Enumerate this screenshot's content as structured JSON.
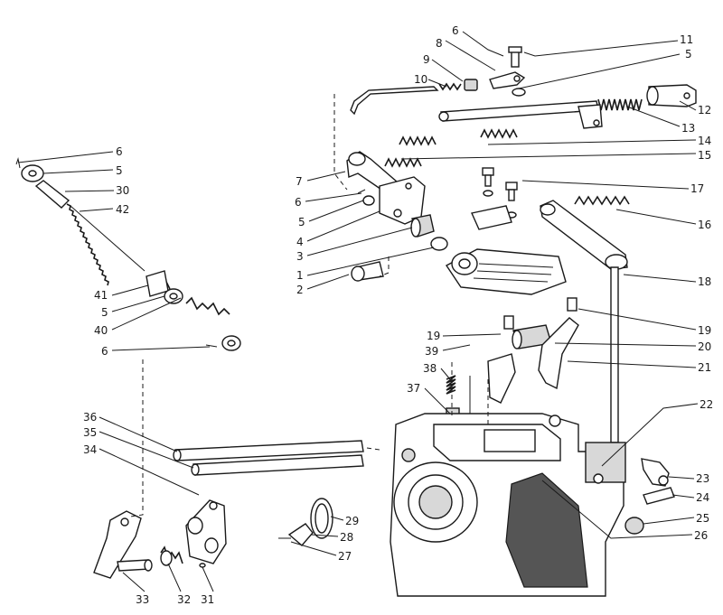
{
  "callouts": [
    {
      "id": "c6a",
      "label": "6"
    },
    {
      "id": "c11",
      "label": "11"
    },
    {
      "id": "c8",
      "label": "8"
    },
    {
      "id": "c5a",
      "label": "5"
    },
    {
      "id": "c9",
      "label": "9"
    },
    {
      "id": "c10",
      "label": "10"
    },
    {
      "id": "c12",
      "label": "12"
    },
    {
      "id": "c13",
      "label": "13"
    },
    {
      "id": "c14",
      "label": "14"
    },
    {
      "id": "c15",
      "label": "15"
    },
    {
      "id": "c17",
      "label": "17"
    },
    {
      "id": "c16",
      "label": "16"
    },
    {
      "id": "c18",
      "label": "18"
    },
    {
      "id": "c19a",
      "label": "19"
    },
    {
      "id": "c19b",
      "label": "19"
    },
    {
      "id": "c20",
      "label": "20"
    },
    {
      "id": "c21",
      "label": "21"
    },
    {
      "id": "c22",
      "label": "22"
    },
    {
      "id": "c23",
      "label": "23"
    },
    {
      "id": "c24",
      "label": "24"
    },
    {
      "id": "c25",
      "label": "25"
    },
    {
      "id": "c26",
      "label": "26"
    },
    {
      "id": "c7",
      "label": "7"
    },
    {
      "id": "c6b",
      "label": "6"
    },
    {
      "id": "c5b",
      "label": "5"
    },
    {
      "id": "c4",
      "label": "4"
    },
    {
      "id": "c3",
      "label": "3"
    },
    {
      "id": "c1",
      "label": "1"
    },
    {
      "id": "c2",
      "label": "2"
    },
    {
      "id": "c6c",
      "label": "6"
    },
    {
      "id": "c5c",
      "label": "5"
    },
    {
      "id": "c30",
      "label": "30"
    },
    {
      "id": "c42",
      "label": "42"
    },
    {
      "id": "c41",
      "label": "41"
    },
    {
      "id": "c5d",
      "label": "5"
    },
    {
      "id": "c40",
      "label": "40"
    },
    {
      "id": "c6d",
      "label": "6"
    },
    {
      "id": "c39",
      "label": "39"
    },
    {
      "id": "c38",
      "label": "38"
    },
    {
      "id": "c37",
      "label": "37"
    },
    {
      "id": "c36",
      "label": "36"
    },
    {
      "id": "c35",
      "label": "35"
    },
    {
      "id": "c34",
      "label": "34"
    },
    {
      "id": "c33",
      "label": "33"
    },
    {
      "id": "c32",
      "label": "32"
    },
    {
      "id": "c31",
      "label": "31"
    },
    {
      "id": "c29",
      "label": "29"
    },
    {
      "id": "c28",
      "label": "28"
    },
    {
      "id": "c27",
      "label": "27"
    }
  ]
}
